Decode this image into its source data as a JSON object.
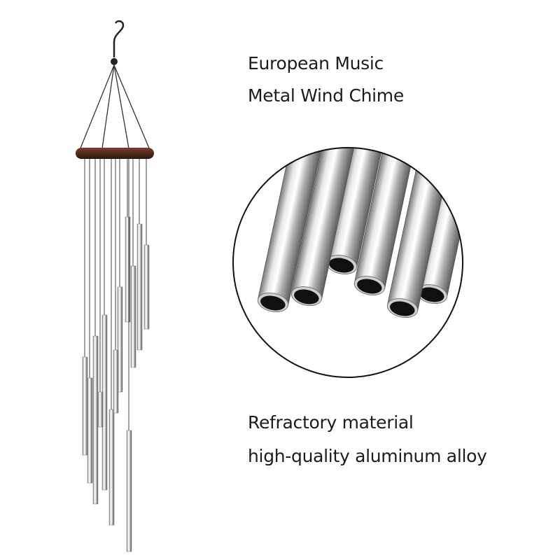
{
  "headline": {
    "line1": "European Music",
    "line2": "Metal Wind Chime"
  },
  "features": {
    "line1": "Refractory material",
    "line2": "high-quality aluminum alloy"
  },
  "colors": {
    "text": "#1c1c1c",
    "ring": "#4a2418",
    "metal_light": "#f2f2f2",
    "metal_dark": "#6d6d6d"
  }
}
